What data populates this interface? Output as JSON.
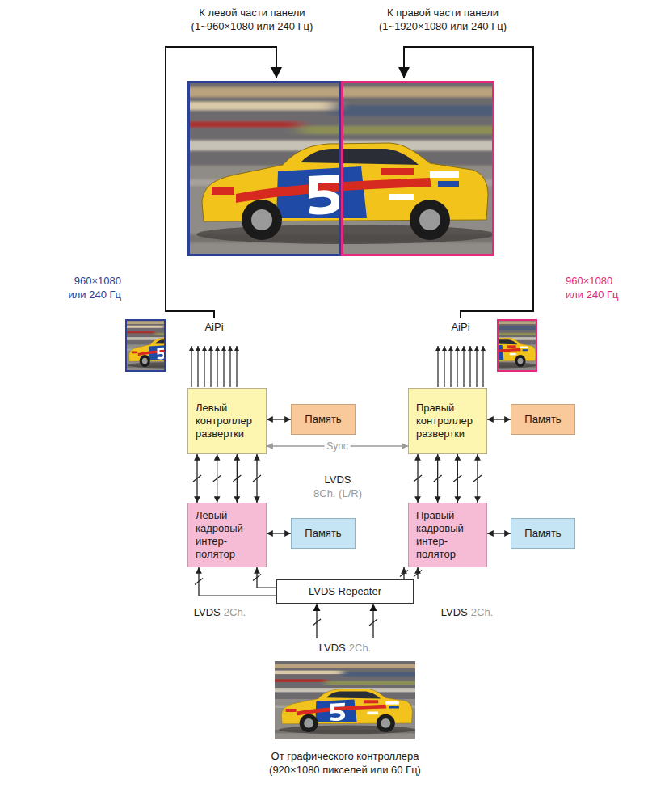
{
  "diagram": {
    "nodes": [
      {
        "text": [
          "Левый контроллер развертки"
        ]
      },
      {
        "text": [
          "Память"
        ]
      },
      {
        "text": [
          "Правый контроллер развертки"
        ]
      },
      {
        "text": [
          "Память"
        ]
      },
      {
        "text": [
          "Левый кадровый интер- полятор"
        ]
      },
      {
        "text": [
          "Память"
        ]
      },
      {
        "text": [
          "Правый кадровый интер- полятор"
        ]
      },
      {
        "text": [
          "Память"
        ]
      },
      {
        "text": [
          "LVDS Repeater"
        ]
      }
    ],
    "edges": [
      {
        "from": 0,
        "to": 1,
        "arrow": "both"
      },
      {
        "from": 2,
        "to": 3,
        "arrow": "both"
      },
      {
        "from": 0,
        "to": 2,
        "label": "Sync",
        "arrow": "both"
      },
      {
        "from": 0,
        "to": 4,
        "arrow": "both"
      },
      {
        "from": 0,
        "to": 4,
        "arrow": "both"
      },
      {
        "from": 0,
        "to": 4,
        "arrow": "both"
      },
      {
        "from": 0,
        "to": 4,
        "arrow": "both"
      },
      {
        "from": 2,
        "to": 6,
        "arrow": "both"
      },
      {
        "from": 2,
        "to": 6,
        "arrow": "both"
      },
      {
        "from": 2,
        "to": 6,
        "arrow": "both"
      },
      {
        "from": 2,
        "to": 6,
        "arrow": "both"
      },
      {
        "from": 4,
        "to": 5,
        "arrow": "both"
      },
      {
        "from": 6,
        "to": 7,
        "arrow": "both"
      },
      {
        "from": 8,
        "to": 4,
        "arrow": "to"
      },
      {
        "from": 8,
        "to": 4,
        "arrow": "to"
      },
      {
        "from": 8,
        "to": 6,
        "arrow": "to"
      },
      {
        "from": 8,
        "to": 6,
        "arrow": "to"
      }
    ],
    "labels": [
      "К левой части панели",
      "(1~960×1080 или 240 Гц)",
      "К правой части панели",
      "(1~1920×1080 или 240 Гц)",
      "960×1080",
      "или 240 Гц",
      "960×1080",
      "или 240 Гц",
      "AiPi",
      "AiPi",
      "LVDS",
      "8Ch. (L/R)",
      "LVDS",
      "2Ch.",
      "LVDS",
      "2Ch.",
      "LVDS",
      "2Ch.",
      "От графического контроллера",
      "(920×1080 пикселей или 60 Гц)"
    ]
  }
}
